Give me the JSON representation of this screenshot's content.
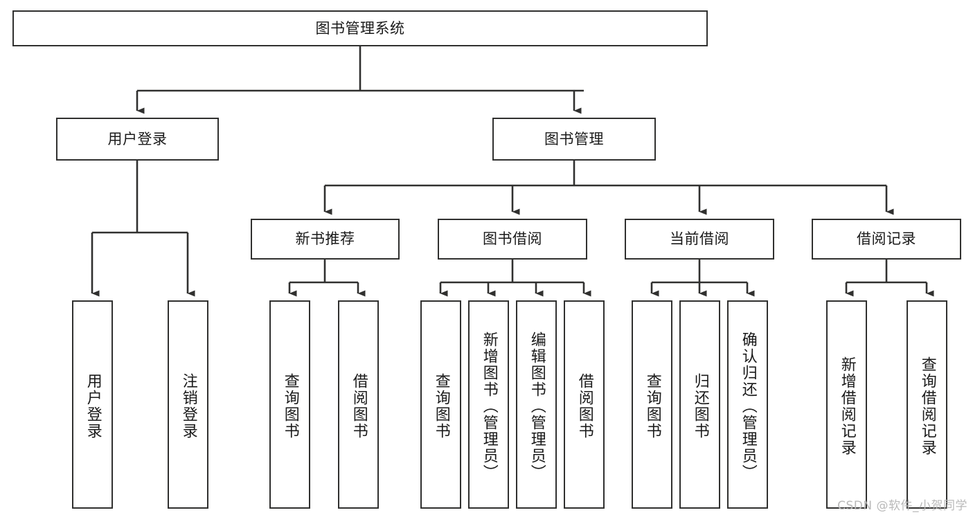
{
  "diagram": {
    "type": "tree",
    "title": "图书管理系统",
    "orientation": "top-down",
    "colors": {
      "box_border": "#30302f",
      "box_fill": "#ffffff",
      "connector": "#30302f",
      "text": "#1a1a1a",
      "watermark": "#b9b9b9",
      "background": "#ffffff"
    },
    "root": {
      "label": "图书管理系统"
    },
    "level2": [
      {
        "id": "user-login",
        "label": "用户登录"
      },
      {
        "id": "book-management",
        "label": "图书管理"
      }
    ],
    "level3": [
      {
        "id": "new-book-recommend",
        "label": "新书推荐",
        "parent": "book-management"
      },
      {
        "id": "book-borrow",
        "label": "图书借阅",
        "parent": "book-management"
      },
      {
        "id": "current-borrow",
        "label": "当前借阅",
        "parent": "book-management"
      },
      {
        "id": "borrow-record",
        "label": "借阅记录",
        "parent": "book-management"
      }
    ],
    "leaves": {
      "user_login": [
        {
          "id": "leaf-user-login",
          "label": "用户登录"
        },
        {
          "id": "leaf-logout-login",
          "label": "注销登录"
        }
      ],
      "new_book_recommend": [
        {
          "id": "leaf-query-book-1",
          "label": "查询图书"
        },
        {
          "id": "leaf-borrow-book-1",
          "label": "借阅图书"
        }
      ],
      "book_borrow": [
        {
          "id": "leaf-query-book-2",
          "label": "查询图书"
        },
        {
          "id": "leaf-add-book",
          "label": "新增图书（管理员）"
        },
        {
          "id": "leaf-edit-book",
          "label": "编辑图书（管理员）"
        },
        {
          "id": "leaf-borrow-book-2",
          "label": "借阅图书"
        }
      ],
      "current_borrow": [
        {
          "id": "leaf-query-book-3",
          "label": "查询图书"
        },
        {
          "id": "leaf-return-book",
          "label": "归还图书"
        },
        {
          "id": "leaf-confirm-return",
          "label": "确认归还（管理员）"
        }
      ],
      "borrow_record": [
        {
          "id": "leaf-add-record",
          "label": "新增借阅记录"
        },
        {
          "id": "leaf-query-record",
          "label": "查询借阅记录"
        }
      ]
    }
  },
  "watermark": {
    "text": "CSDN @软件_小贺同学"
  }
}
